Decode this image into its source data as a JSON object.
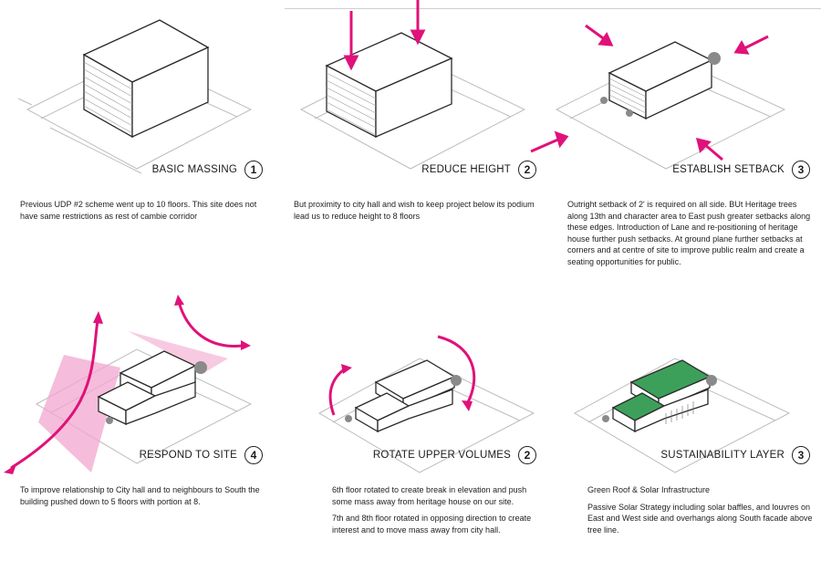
{
  "colors": {
    "accent": "#e0117a",
    "zone": "#f2a7cf",
    "roof": "#3da05a",
    "line": "#2a2a2a"
  },
  "panels": [
    {
      "title": "BASIC MASSING",
      "number": "1",
      "text": [
        "Previous UDP #2 scheme went up to 10 floors. This site does not have same restrictions as rest of cambie corridor"
      ]
    },
    {
      "title": "REDUCE HEIGHT",
      "number": "2",
      "text": [
        "But proximity to city hall and wish to keep project below its podium lead us to reduce height to 8 floors"
      ]
    },
    {
      "title": "ESTABLISH  SETBACK",
      "number": "3",
      "text": [
        "Outright setback of 2' is required on all side. BUt Heritage trees along 13th and character area to East push greater setbacks along these edges. Introduction of Lane and re-positioning of heritage house further push setbacks. At ground plane further setbacks at corners and at centre of site to improve public realm and create a seating opportunities for public."
      ]
    },
    {
      "title": "RESPOND TO SITE",
      "number": "4",
      "text": [
        "To improve relationship to City hall and to neighbours to South the building pushed down to 5 floors with portion at 8."
      ]
    },
    {
      "title": "ROTATE UPPER VOLUMES",
      "number": "2",
      "text": [
        "6th floor rotated to create break in elevation and push some mass away from heritage house on our site.",
        "7th and 8th floor rotated in opposing direction to create interest and to move mass away from city hall."
      ]
    },
    {
      "title": "SUSTAINABILITY LAYER",
      "number": "3",
      "text": [
        "Green Roof & Solar Infrastructure",
        "Passive Solar Strategy including solar baffles, and louvres on East and West side and overhangs along South facade above tree line."
      ]
    }
  ]
}
